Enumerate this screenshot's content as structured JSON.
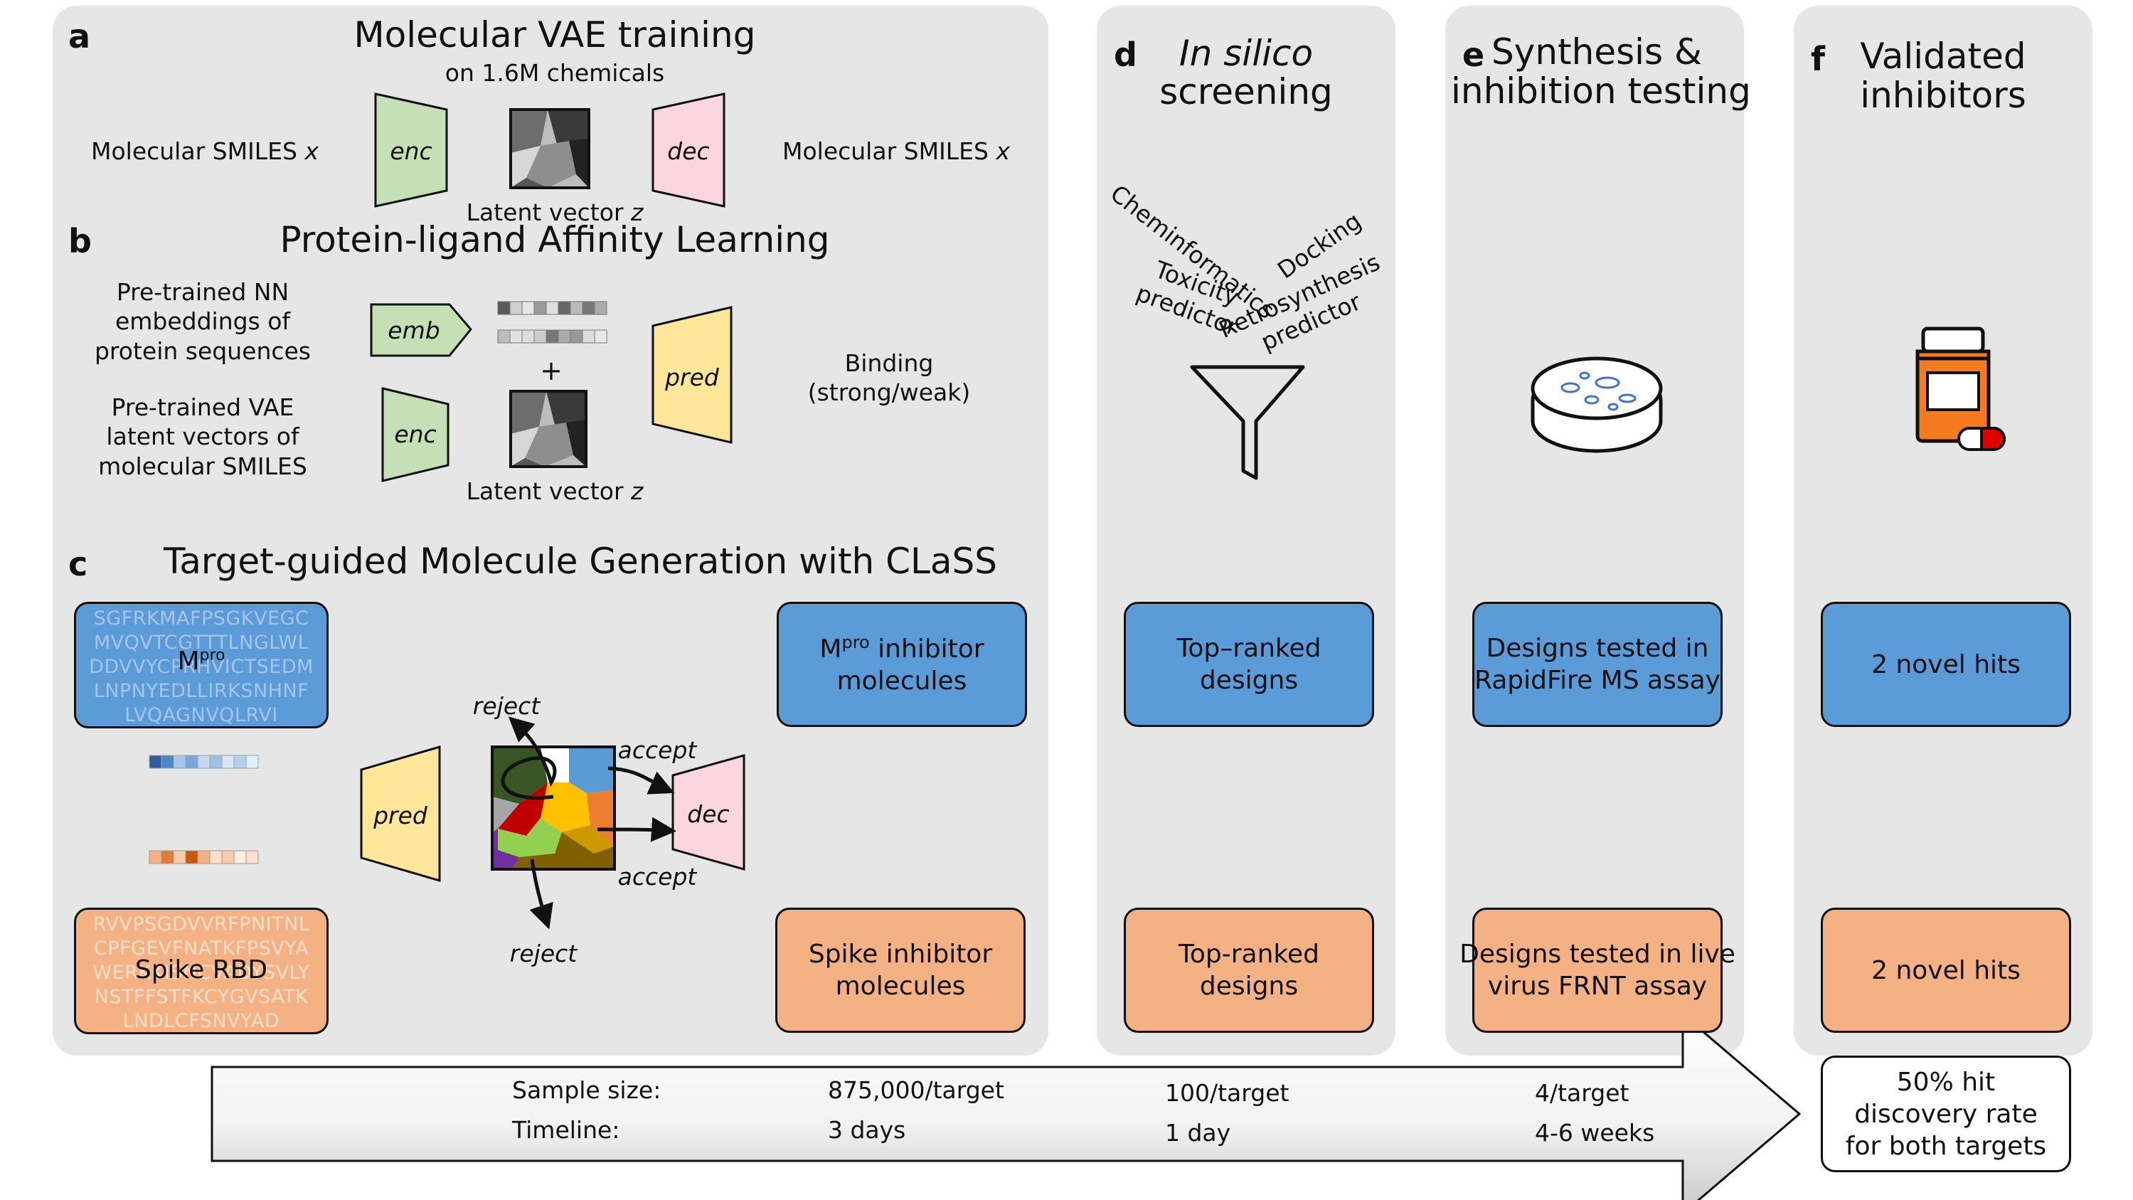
{
  "panels": {
    "a": {
      "letter": "a",
      "title": "Molecular VAE training",
      "subtitle": "on 1.6M chemicals",
      "input_label": "Molecular SMILES",
      "output_label": "Molecular SMILES",
      "var_x": "x",
      "enc": "enc",
      "dec": "dec",
      "latent_label": "Latent vector",
      "var_z": "z"
    },
    "b": {
      "letter": "b",
      "title": "Protein-ligand Affinity Learning",
      "input1_label": "Pre-trained NN\nembeddings of\nprotein sequences",
      "input2_label": "Pre-trained VAE\nlatent vectors of\nmolecular SMILES",
      "emb": "emb",
      "enc": "enc",
      "plus": "+",
      "latent_label": "Latent vector",
      "var_z": "z",
      "pred": "pred",
      "output_label": "Binding\n(strong/weak)"
    },
    "c": {
      "letter": "c",
      "title": "Target-guided Molecule Generation with CLaSS",
      "mpro_seq": "SGFRKMAFPSGKVEGC\nMVQVTCGTTTLNGLWL\nDDVVYCPRHVICTSEDM\nLNPNYEDLLIRKSNHNF\nLVQAGNVQLRVI",
      "mpro_name": "M",
      "mpro_sup": "pro",
      "spike_seq": "RVVPSGDVVRFPNITNL\nCPFGEVFNATKFPSVYA\nWERKKISNCVADYSVLY\nNSTFFSTFKCYGVSATK\nLNDLCFSNVYAD",
      "spike_name": "Spike RBD",
      "pred": "pred",
      "dec": "dec",
      "reject": "reject",
      "accept": "accept",
      "out_blue_prefix": "M",
      "out_blue_sup": "pro",
      "out_blue_text": " inhibitor\nmolecules",
      "out_orange_text": "Spike inhibitor\nmolecules"
    },
    "d": {
      "letter": "d",
      "title_it": "In silico",
      "title_rest": "screening",
      "filters": [
        "Cheminformatics",
        "Docking",
        "Toxicity\npredictor",
        "Retrosynthesis\npredictor"
      ],
      "blue_box": "Top–ranked designs",
      "orange_box": "Top-ranked designs"
    },
    "e": {
      "letter": "e",
      "title": "Synthesis &\ninhibition testing",
      "blue_box": "Designs tested in\nRapidFire MS assay",
      "orange_box": "Designs tested in live\nvirus FRNT assay"
    },
    "f": {
      "letter": "f",
      "title": "Validated\ninhibitors",
      "blue_box": "2 novel hits",
      "orange_box": "2 novel hits",
      "result_box": "50% hit\ndiscovery rate\nfor both targets"
    }
  },
  "arrow": {
    "row1_label": "Sample size:",
    "row2_label": "Timeline:",
    "row1_values": [
      "875,000/target",
      "100/target",
      "4/target"
    ],
    "row2_values": [
      "3 days",
      "1 day",
      "4-6 weeks"
    ]
  },
  "colors": {
    "panel_bg": "#e6e6e6",
    "blue": "#5a9bd8",
    "orange": "#f4b183",
    "enc_green": "#c5e0b4",
    "dec_pink": "#fbd5e0",
    "pred_yellow": "#ffe699"
  },
  "icons": [
    "funnel-icon",
    "petri-dish-icon",
    "pill-bottle-icon"
  ]
}
